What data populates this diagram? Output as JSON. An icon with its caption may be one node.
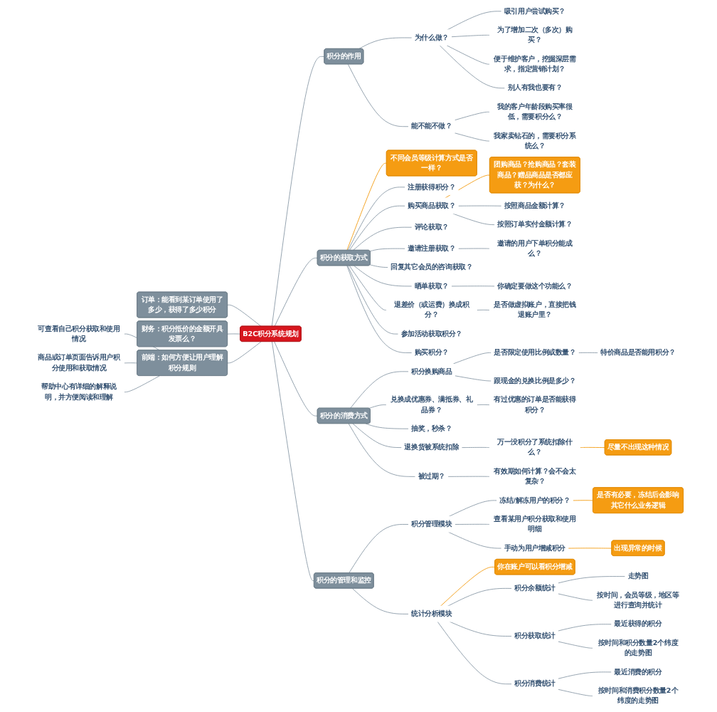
{
  "diagram": {
    "nodes": [
      {
        "text": [
          "B2C积分系统规划"
        ]
      },
      {
        "text": [
          "积分的作用"
        ]
      },
      {
        "text": [
          "为什么做？"
        ]
      },
      {
        "text": [
          "吸引用户尝试购买？"
        ]
      },
      {
        "text": [
          "为了增加二次（多次）购买？"
        ]
      },
      {
        "text": [
          "便于维护客户，挖掘深层需求，指定营销计划？"
        ]
      },
      {
        "text": [
          "别人有我也要有？"
        ]
      },
      {
        "text": [
          "能不能不做？"
        ]
      },
      {
        "text": [
          "我的客户年龄段购买率很低，需要积分么？"
        ]
      },
      {
        "text": [
          "我家卖钻石的，需要积分系统么？"
        ]
      },
      {
        "text": [
          "积分的获取方式"
        ]
      },
      {
        "text": [
          "不同会员等级计算方式是否一样？"
        ]
      },
      {
        "text": [
          "注册获得积分？"
        ]
      },
      {
        "text": [
          "团购商品？抢购商品？套装商品？赠品商品是否都应获？为什么？"
        ]
      },
      {
        "text": [
          "购买商品获取？"
        ]
      },
      {
        "text": [
          "按照商品金额计算？"
        ]
      },
      {
        "text": [
          "按照订单实付金额计算？"
        ]
      },
      {
        "text": [
          "评论获取？"
        ]
      },
      {
        "text": [
          "邀请注册获取？"
        ]
      },
      {
        "text": [
          "邀请的用户下单积分能成么？"
        ]
      },
      {
        "text": [
          "回复其它会员的咨询获取？"
        ]
      },
      {
        "text": [
          "晒单获取？"
        ]
      },
      {
        "text": [
          "你确定要做这个功能么？"
        ]
      },
      {
        "text": [
          "退差价（或运费）换成积分？"
        ]
      },
      {
        "text": [
          "是否做虚拟账户，直接把钱退账户里？"
        ]
      },
      {
        "text": [
          "参加活动获取积分？"
        ]
      },
      {
        "text": [
          "购买积分？"
        ]
      },
      {
        "text": [
          "积分的消费方式"
        ]
      },
      {
        "text": [
          "积分换购商品"
        ]
      },
      {
        "text": [
          "是否限定使用比例或数量？"
        ]
      },
      {
        "text": [
          "特价商品是否能用积分？"
        ]
      },
      {
        "text": [
          "跟现金的兑换比例是多少？"
        ]
      },
      {
        "text": [
          "兑换成优惠券、满抵券、礼品券？"
        ]
      },
      {
        "text": [
          "有过优惠的订单是否能获得积分？"
        ]
      },
      {
        "text": [
          "抽奖，秒杀？"
        ]
      },
      {
        "text": [
          "退换货被系统扣除"
        ]
      },
      {
        "text": [
          "尽量不出现这种情况"
        ]
      },
      {
        "text": [
          "万一没积分了系统扣除什么？"
        ]
      },
      {
        "text": [
          "被过期？"
        ]
      },
      {
        "text": [
          "有效期如何计算？会不会太复杂？"
        ]
      },
      {
        "text": [
          "积分的管理和监控"
        ]
      },
      {
        "text": [
          "积分管理模块"
        ]
      },
      {
        "text": [
          "是否有必要，冻结后会影响其它什么业务逻辑"
        ]
      },
      {
        "text": [
          "冻结/解冻用户的积分？"
        ]
      },
      {
        "text": [
          "查看某用户积分获取和使用明细"
        ]
      },
      {
        "text": [
          "出现异常的时候"
        ]
      },
      {
        "text": [
          "手动为用户增减积分"
        ]
      },
      {
        "text": [
          "统计分析模块"
        ]
      },
      {
        "text": [
          "你在账户可以看积分增减"
        ]
      },
      {
        "text": [
          "积分余额统计"
        ]
      },
      {
        "text": [
          "走势图"
        ]
      },
      {
        "text": [
          "按时间，会员等级，地区等进行查询并统计"
        ]
      },
      {
        "text": [
          "积分获取统计"
        ]
      },
      {
        "text": [
          "最近获得的积分"
        ]
      },
      {
        "text": [
          "按时间和积分数量2个纬度的走势图"
        ]
      },
      {
        "text": [
          "积分消费统计"
        ]
      },
      {
        "text": [
          "最近消费的积分"
        ]
      },
      {
        "text": [
          "按时间和消费积分数量2个纬度的走势图"
        ]
      },
      {
        "text": [
          "订单：能看到某订单使用了多少，获得了多少积分"
        ]
      },
      {
        "text": [
          "财务：积分抵价的金额开具发票么？"
        ]
      },
      {
        "text": [
          "前端：如何方便让用户理解积分规则"
        ]
      },
      {
        "text": [
          "可查看自己积分获取和使用情况"
        ]
      },
      {
        "text": [
          "商品或订单页面告诉用户积分使用和获取情况"
        ]
      },
      {
        "text": [
          "帮助中心有详细的解释说明，并方便阅读和理解"
        ]
      }
    ],
    "edges": [
      {
        "from": 0,
        "to": 1,
        "arrow": "none"
      },
      {
        "from": 1,
        "to": 2,
        "arrow": "none"
      },
      {
        "from": 2,
        "to": 3,
        "arrow": "none"
      },
      {
        "from": 2,
        "to": 4,
        "arrow": "none"
      },
      {
        "from": 2,
        "to": 5,
        "arrow": "none"
      },
      {
        "from": 2,
        "to": 6,
        "arrow": "none"
      },
      {
        "from": 1,
        "to": 7,
        "arrow": "none"
      },
      {
        "from": 7,
        "to": 8,
        "arrow": "none"
      },
      {
        "from": 7,
        "to": 9,
        "arrow": "none"
      },
      {
        "from": 0,
        "to": 10,
        "arrow": "none"
      },
      {
        "from": 10,
        "to": 11,
        "arrow": "none",
        "color": "#f39c12"
      },
      {
        "from": 10,
        "to": 12,
        "arrow": "none"
      },
      {
        "from": 14,
        "to": 13,
        "arrow": "none",
        "color": "#f39c12"
      },
      {
        "from": 10,
        "to": 14,
        "arrow": "none"
      },
      {
        "from": 14,
        "to": 15,
        "arrow": "none"
      },
      {
        "from": 14,
        "to": 16,
        "arrow": "none"
      },
      {
        "from": 10,
        "to": 17,
        "arrow": "none"
      },
      {
        "from": 10,
        "to": 18,
        "arrow": "none"
      },
      {
        "from": 18,
        "to": 19,
        "arrow": "none"
      },
      {
        "from": 10,
        "to": 20,
        "arrow": "none"
      },
      {
        "from": 10,
        "to": 21,
        "arrow": "none"
      },
      {
        "from": 21,
        "to": 22,
        "arrow": "none"
      },
      {
        "from": 10,
        "to": 23,
        "arrow": "none"
      },
      {
        "from": 23,
        "to": 24,
        "arrow": "none"
      },
      {
        "from": 10,
        "to": 25,
        "arrow": "none"
      },
      {
        "from": 10,
        "to": 26,
        "arrow": "none"
      },
      {
        "from": 0,
        "to": 27,
        "arrow": "none"
      },
      {
        "from": 27,
        "to": 28,
        "arrow": "none"
      },
      {
        "from": 28,
        "to": 29,
        "arrow": "none"
      },
      {
        "from": 29,
        "to": 30,
        "arrow": "none"
      },
      {
        "from": 28,
        "to": 31,
        "arrow": "none"
      },
      {
        "from": 27,
        "to": 32,
        "arrow": "none"
      },
      {
        "from": 32,
        "to": 33,
        "arrow": "none"
      },
      {
        "from": 27,
        "to": 34,
        "arrow": "none"
      },
      {
        "from": 27,
        "to": 35,
        "arrow": "none"
      },
      {
        "from": 37,
        "to": 36,
        "arrow": "none",
        "color": "#f39c12"
      },
      {
        "from": 35,
        "to": 37,
        "arrow": "none"
      },
      {
        "from": 27,
        "to": 38,
        "arrow": "none"
      },
      {
        "from": 38,
        "to": 39,
        "arrow": "none"
      },
      {
        "from": 0,
        "to": 40,
        "arrow": "none"
      },
      {
        "from": 40,
        "to": 41,
        "arrow": "none"
      },
      {
        "from": 43,
        "to": 42,
        "arrow": "none",
        "color": "#f39c12"
      },
      {
        "from": 41,
        "to": 43,
        "arrow": "none"
      },
      {
        "from": 41,
        "to": 44,
        "arrow": "none"
      },
      {
        "from": 46,
        "to": 45,
        "arrow": "none",
        "color": "#f39c12"
      },
      {
        "from": 41,
        "to": 46,
        "arrow": "none"
      },
      {
        "from": 47,
        "to": 48,
        "arrow": "none",
        "color": "#f39c12"
      },
      {
        "from": 40,
        "to": 47,
        "arrow": "none"
      },
      {
        "from": 47,
        "to": 49,
        "arrow": "none"
      },
      {
        "from": 49,
        "to": 50,
        "arrow": "none"
      },
      {
        "from": 49,
        "to": 51,
        "arrow": "none"
      },
      {
        "from": 47,
        "to": 52,
        "arrow": "none"
      },
      {
        "from": 52,
        "to": 53,
        "arrow": "none"
      },
      {
        "from": 52,
        "to": 54,
        "arrow": "none"
      },
      {
        "from": 47,
        "to": 55,
        "arrow": "none"
      },
      {
        "from": 55,
        "to": 56,
        "arrow": "none"
      },
      {
        "from": 55,
        "to": 57,
        "arrow": "none"
      },
      {
        "from": 58,
        "to": 0,
        "arrow": "none"
      },
      {
        "from": 59,
        "to": 0,
        "arrow": "none"
      },
      {
        "from": 60,
        "to": 0,
        "arrow": "none"
      },
      {
        "from": 61,
        "to": 60,
        "arrow": "none"
      },
      {
        "from": 62,
        "to": 60,
        "arrow": "none"
      },
      {
        "from": 63,
        "to": 60,
        "arrow": "none"
      }
    ]
  }
}
